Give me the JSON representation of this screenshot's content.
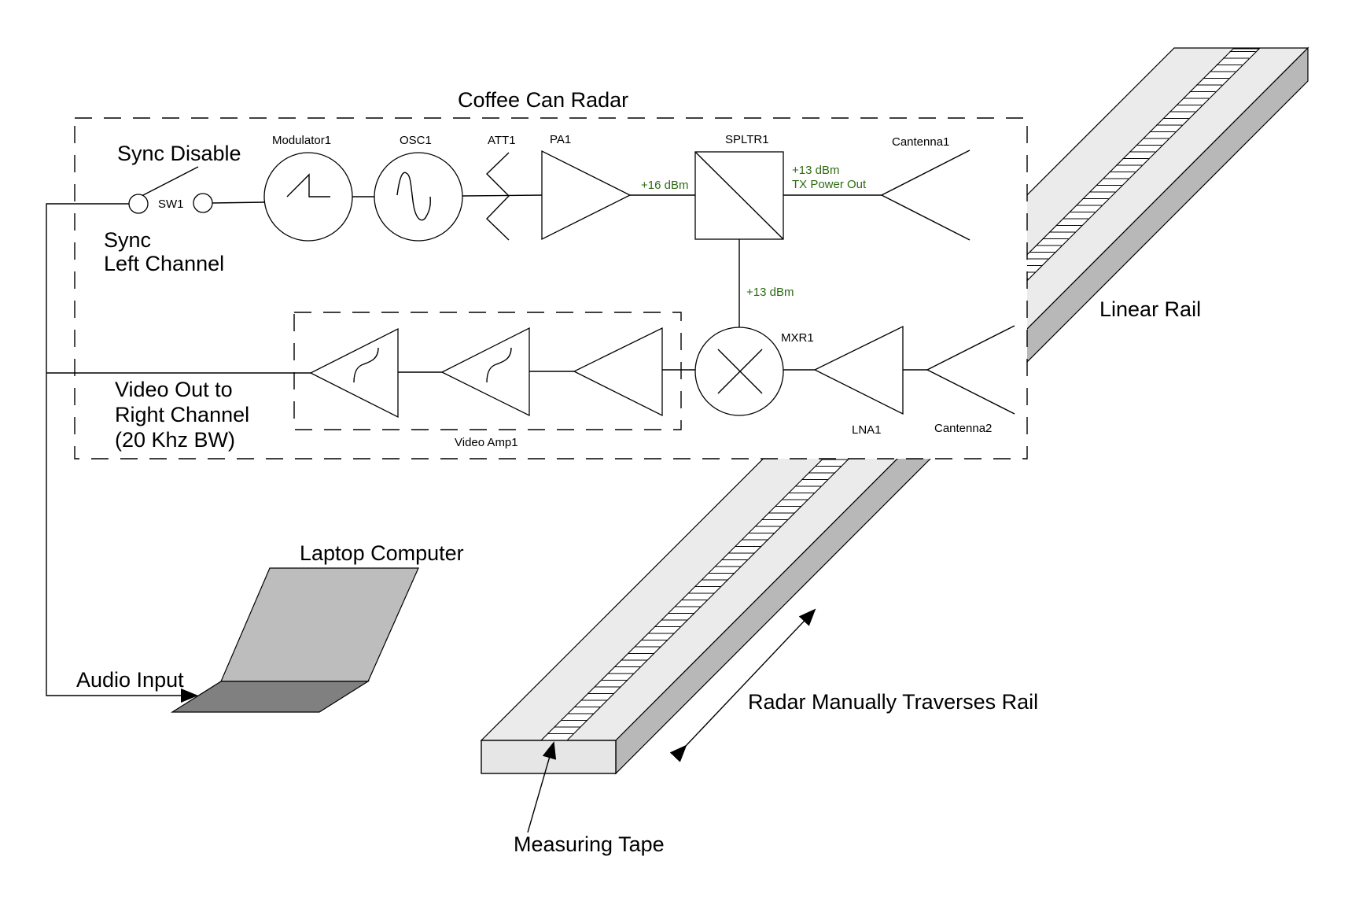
{
  "title": "Coffee Can Radar",
  "labels": {
    "sync_disable": "Sync Disable",
    "sync_left_line1": "Sync",
    "sync_left_line2": "Left Channel",
    "video_out_line1": "Video Out to",
    "video_out_line2": "Right Channel",
    "video_out_line3": "(20 Khz BW)",
    "laptop": "Laptop Computer",
    "audio_input": "Audio Input",
    "linear_rail": "Linear Rail",
    "traverses": "Radar Manually Traverses Rail",
    "measuring_tape": "Measuring Tape"
  },
  "components": {
    "sw1": "SW1",
    "modulator": "Modulator1",
    "osc": "OSC1",
    "att": "ATT1",
    "pa": "PA1",
    "splitter": "SPLTR1",
    "cantenna1": "Cantenna1",
    "mixer": "MXR1",
    "lna": "LNA1",
    "cantenna2": "Cantenna2",
    "video_amp": "Video Amp1"
  },
  "power_levels": {
    "pa_out": "+16 dBm",
    "tx_out_line1": "+13 dBm",
    "tx_out_line2": "TX Power Out",
    "lo_to_mixer": "+13 dBm"
  },
  "colors": {
    "power_text": "#2e6b12",
    "rail_top": "#ebebeb",
    "rail_side": "#b8b8b8",
    "laptop_screen": "#bdbdbd",
    "laptop_keyboard": "#808080"
  }
}
